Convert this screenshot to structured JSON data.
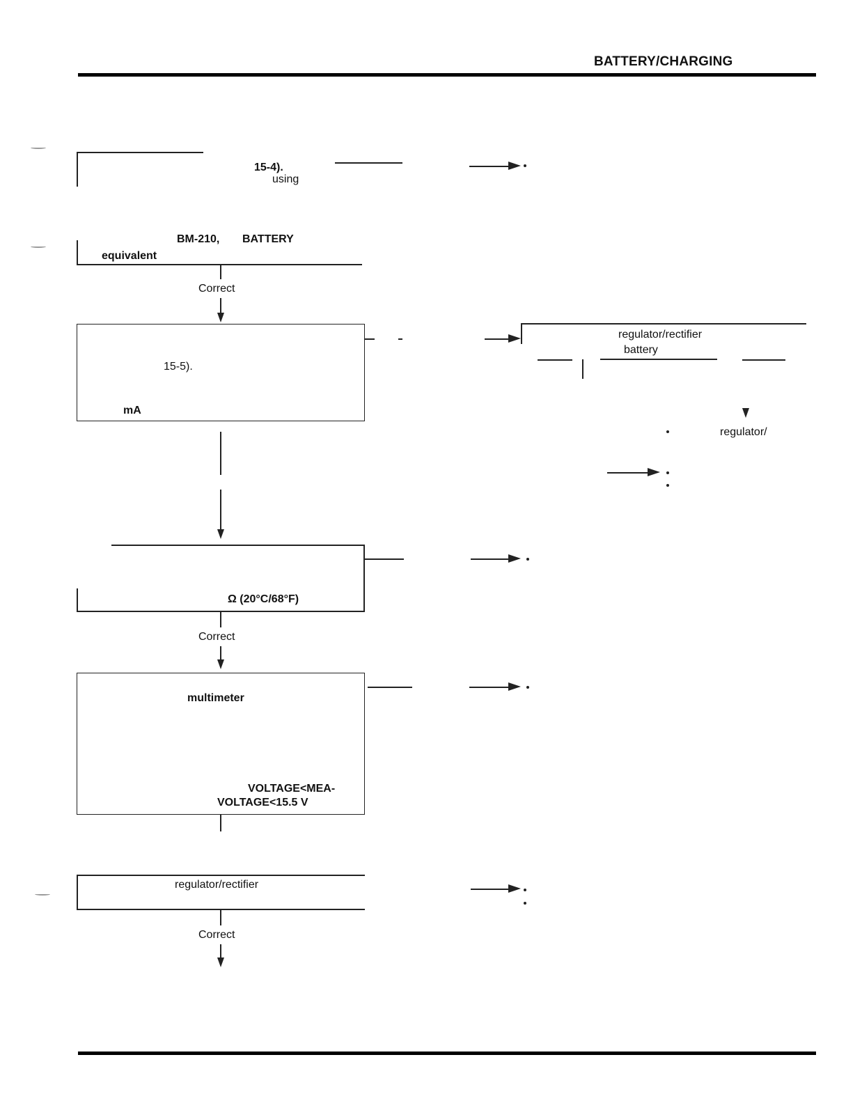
{
  "header": {
    "title": "BATTERY/CHARGING"
  },
  "block1": {
    "line1": "15-4).",
    "line2": "using",
    "line3": "BM-210,",
    "line3b": "BATTERY",
    "line4": "equivalent"
  },
  "connector1": {
    "label": "Correct"
  },
  "block2": {
    "line1": "15-5).",
    "line2": "mA"
  },
  "side1": {
    "line1": "regulator/rectifier",
    "line2": "battery",
    "line3": "regulator/"
  },
  "block3": {
    "line1": "Ω (20°C/68°F)"
  },
  "connector2": {
    "label": "Correct"
  },
  "block4": {
    "line1": "multimeter",
    "line2": "VOLTAGE<MEA-",
    "line3": "VOLTAGE<15.5 V"
  },
  "block5": {
    "line1": "regulator/rectifier"
  },
  "connector3": {
    "label": "Correct"
  }
}
